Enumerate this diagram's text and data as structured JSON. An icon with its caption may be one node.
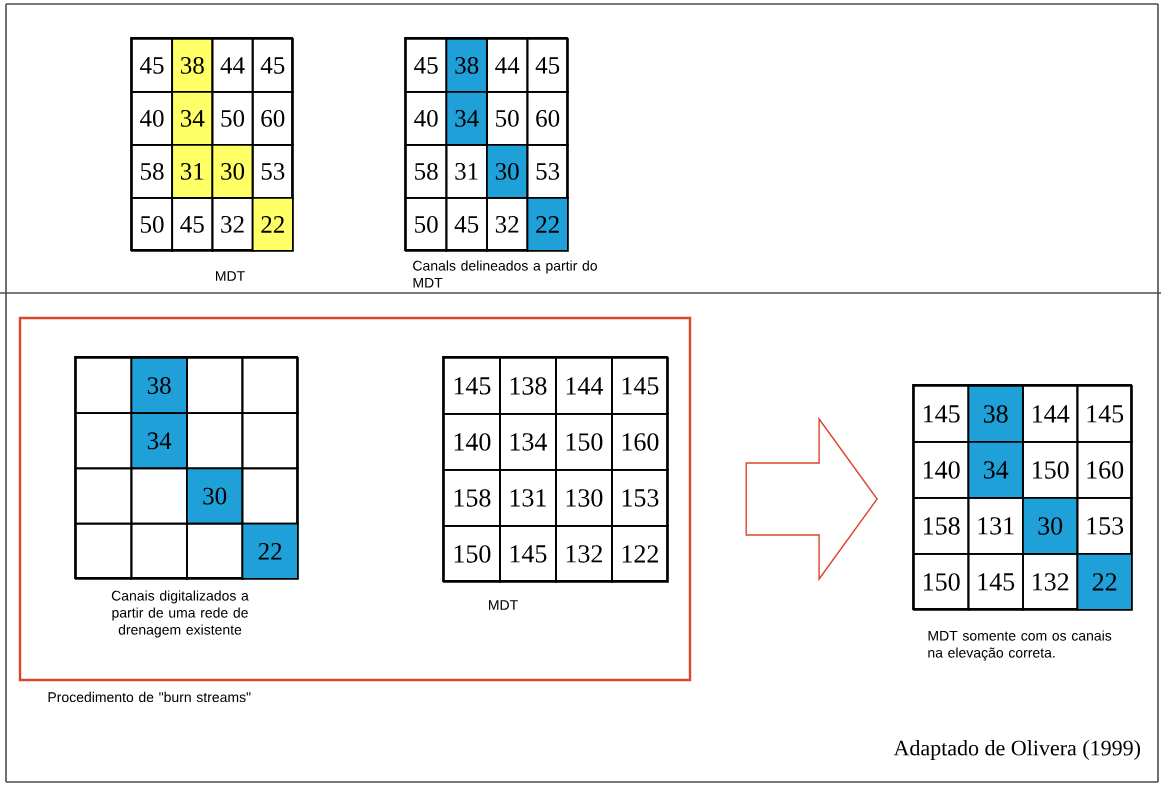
{
  "diagram": {
    "nodes": [
      {
        "text": [
          "45",
          "38",
          "44",
          "45",
          "40",
          "34",
          "50",
          "60",
          "58",
          "31",
          "30",
          "53",
          "50",
          "45",
          "32",
          "22"
        ],
        "beside": [
          "MDT"
        ]
      },
      {
        "text": [
          "45",
          "38",
          "44",
          "45",
          "40",
          "34",
          "50",
          "60",
          "58",
          "31",
          "30",
          "53",
          "50",
          "45",
          "32",
          "22"
        ],
        "beside": [
          "Canals delineados a partir do MDT"
        ]
      },
      {
        "text": [],
        "shape": "box",
        "beside": [
          "Procedimento de \"burn streams\""
        ]
      },
      {
        "text": [
          "38",
          "34",
          "30",
          "22"
        ],
        "in": 2,
        "beside": [
          "Canais digitalizados a partir de uma rede de drenagem existente"
        ]
      },
      {
        "text": [
          "145",
          "138",
          "144",
          "145",
          "140",
          "134",
          "150",
          "160",
          "158",
          "131",
          "130",
          "153",
          "150",
          "145",
          "132",
          "122"
        ],
        "in": 2,
        "beside": [
          "MDT"
        ]
      },
      {
        "text": [
          "145",
          "38",
          "144",
          "145",
          "140",
          "34",
          "150",
          "160",
          "158",
          "131",
          "30",
          "153",
          "150",
          "145",
          "132",
          "22"
        ],
        "beside": [
          "MDT somente com os canais na elevação correta."
        ]
      }
    ],
    "edges": [
      {
        "from": 2,
        "to": 5,
        "arrow": "to"
      }
    ],
    "labels": [
      "Adaptado de Olivera (1999)"
    ]
  }
}
